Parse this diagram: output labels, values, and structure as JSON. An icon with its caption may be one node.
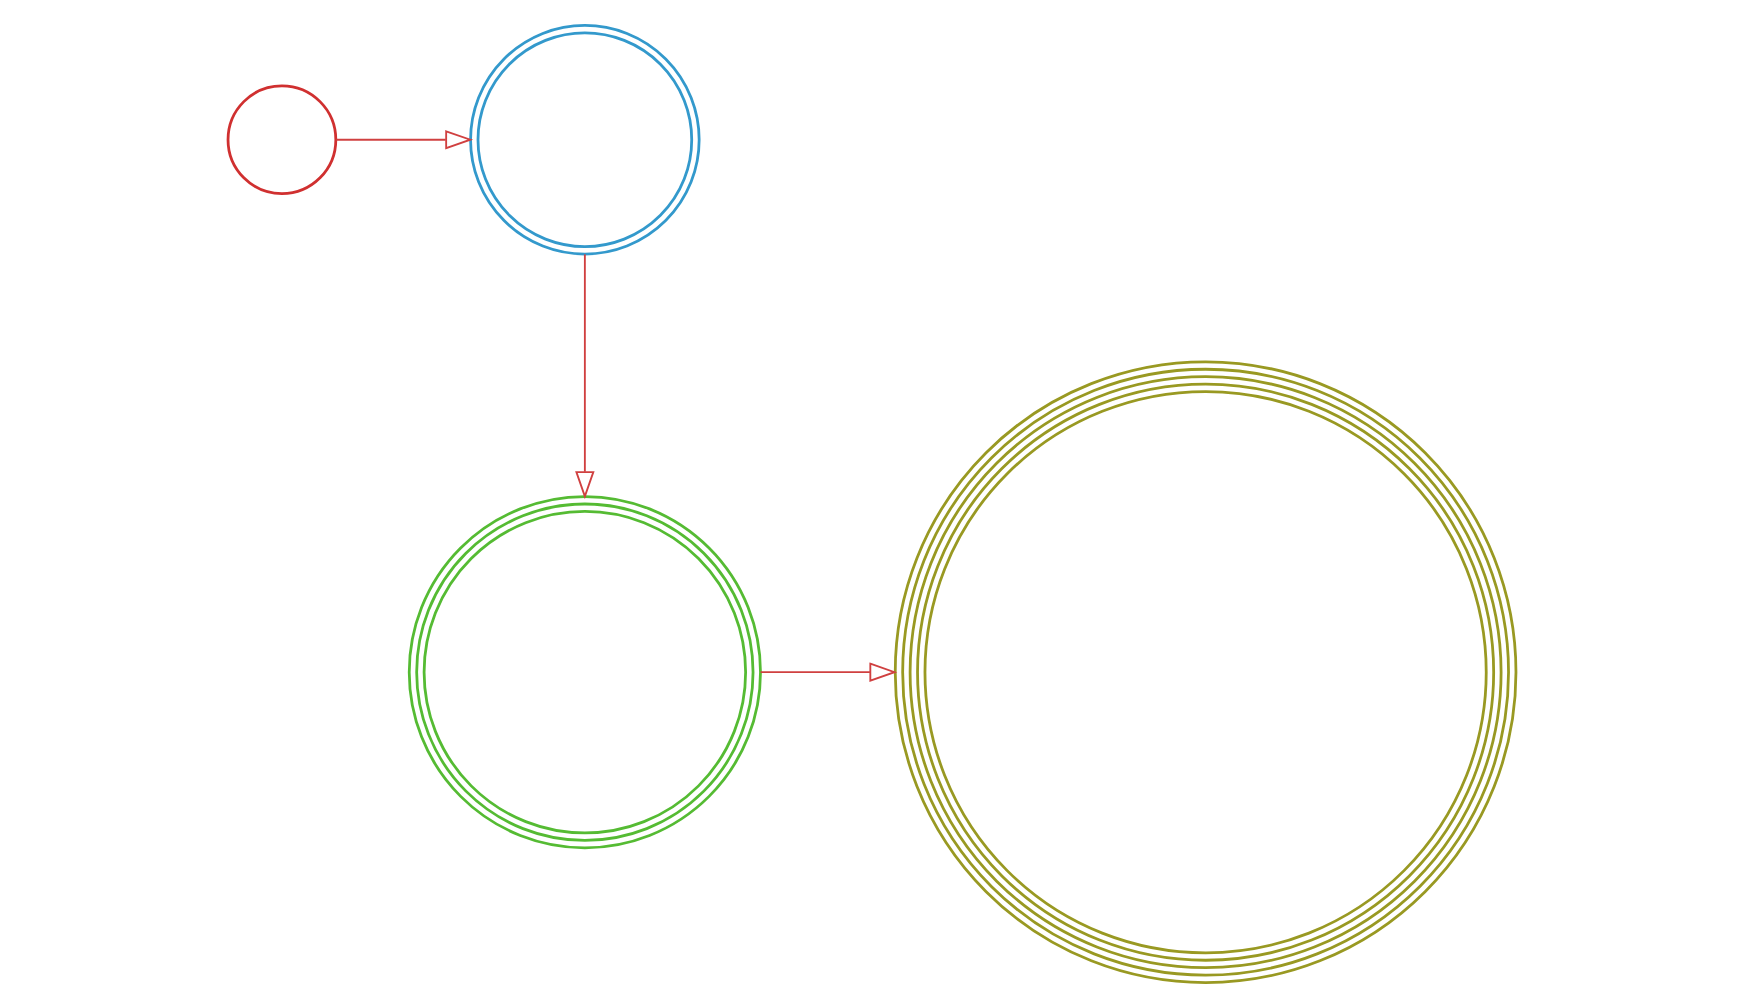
{
  "diagram": {
    "nodes": [
      {
        "text": [],
        "shape": "circle"
      },
      {
        "text": [],
        "shape": "circle"
      },
      {
        "text": [],
        "shape": "circle"
      },
      {
        "text": [],
        "shape": "circle"
      }
    ],
    "edges": [
      {
        "from": 1,
        "to": 0,
        "arrow": "to"
      },
      {
        "from": 0,
        "to": 2,
        "arrow": "to"
      },
      {
        "from": 2,
        "to": 3,
        "arrow": "to"
      }
    ]
  }
}
